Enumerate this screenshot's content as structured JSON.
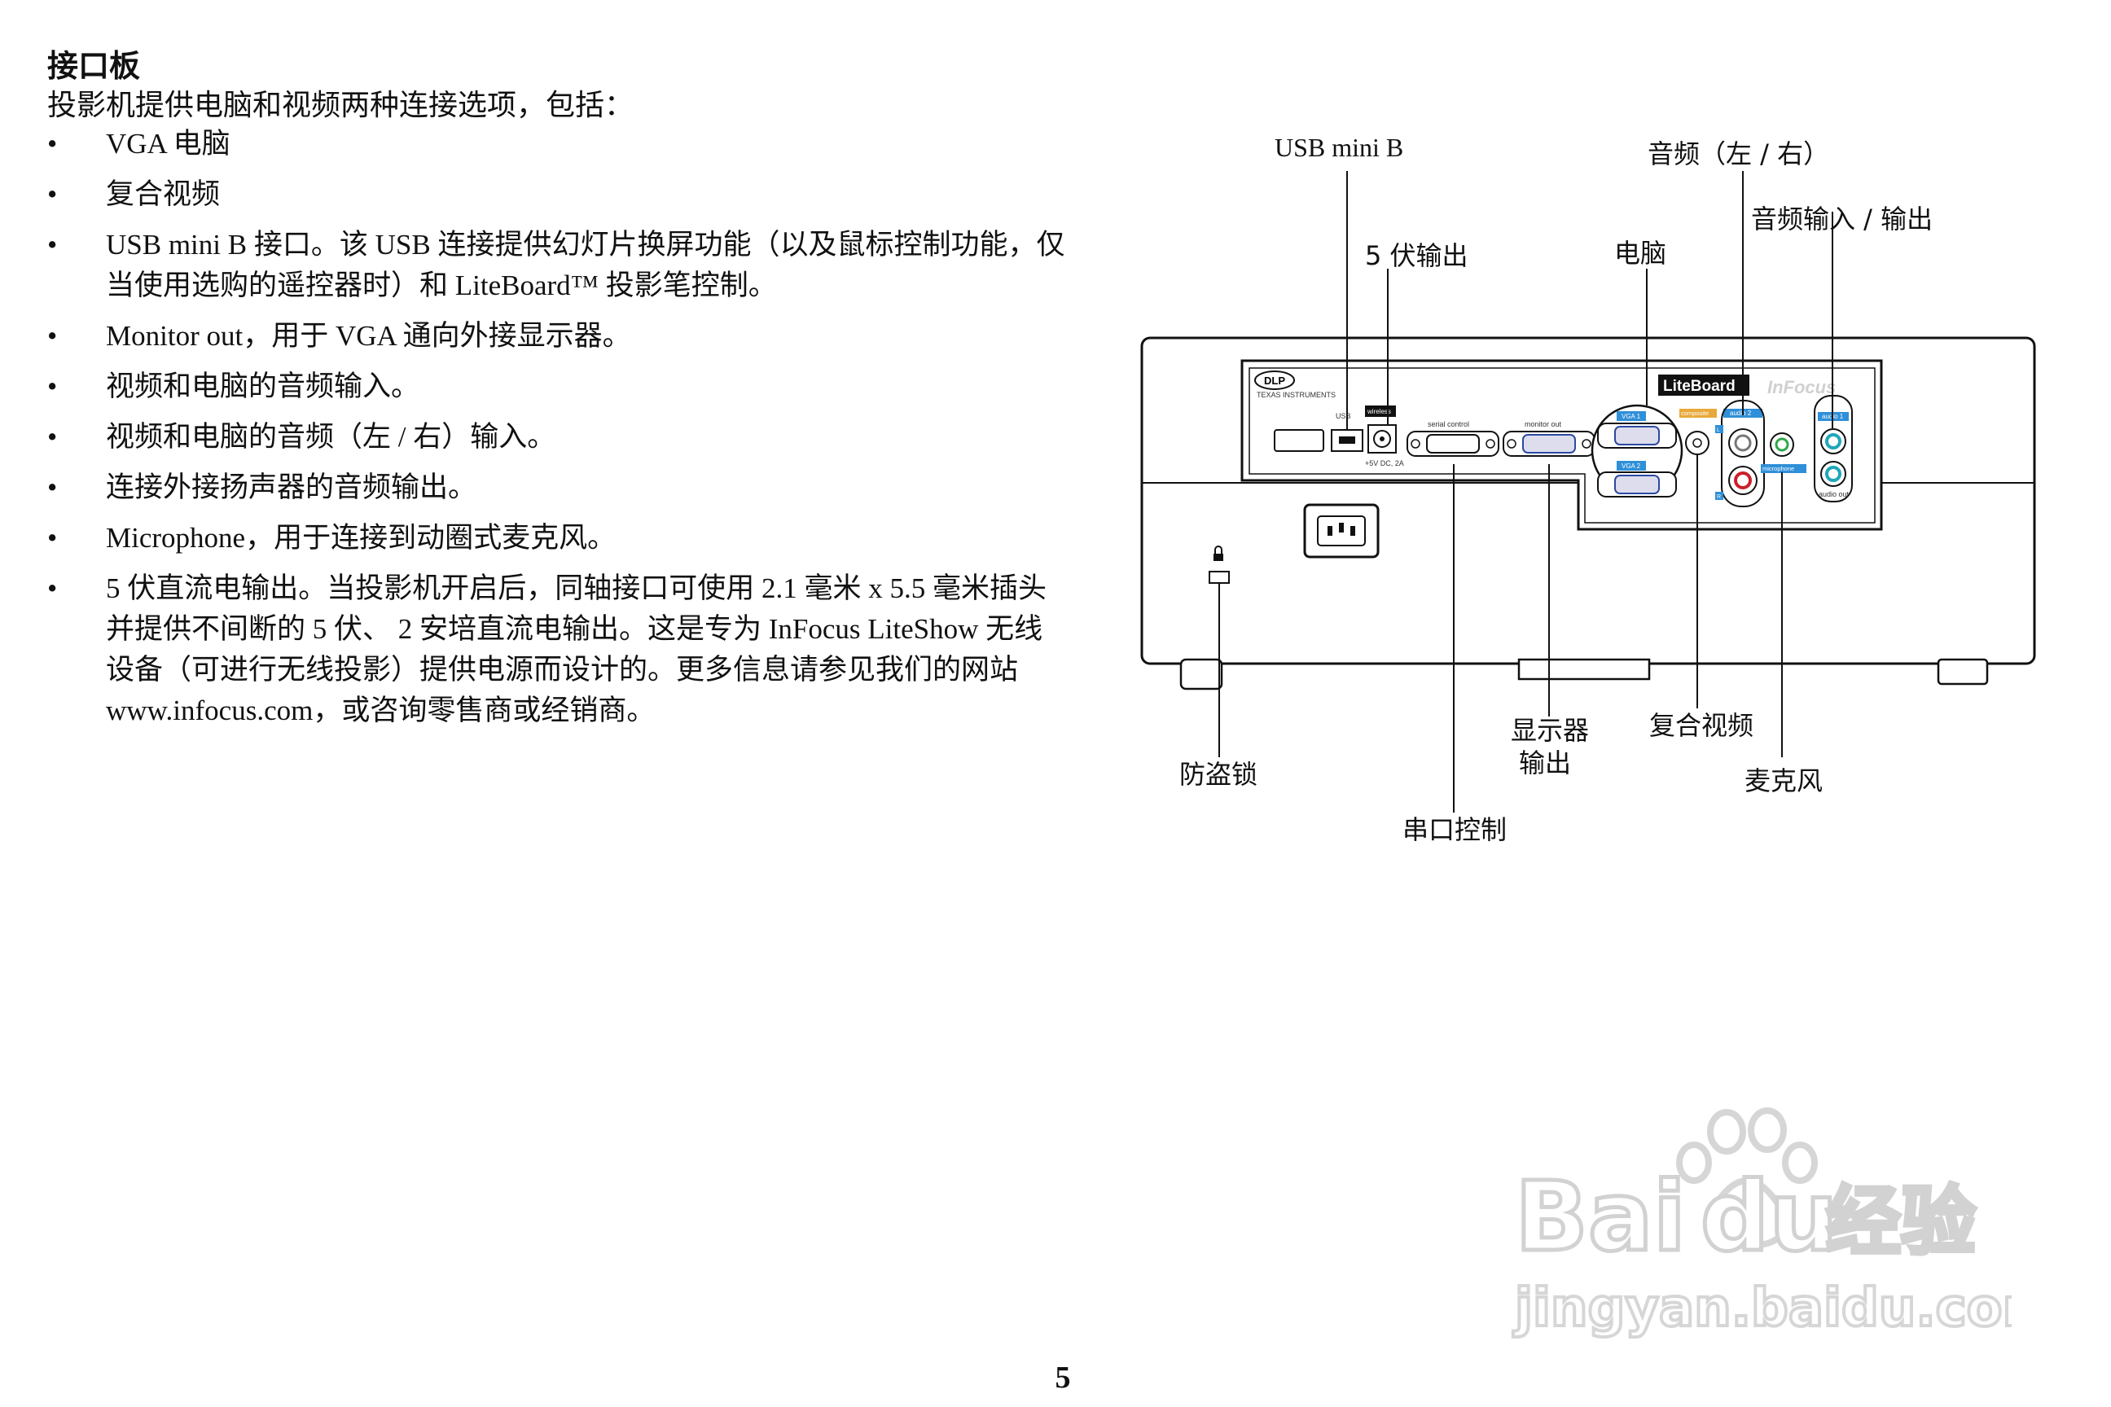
{
  "heading": "接口板",
  "intro": "投影机提供电脑和视频两种连接选项，包括：",
  "bullet_symbol": "•",
  "bullets": [
    "VGA 电脑",
    "复合视频",
    "USB mini B 接口。该 USB 连接提供幻灯片换屏功能（以及鼠标控制功能，仅当使用选购的遥控器时）和 LiteBoard™ 投影笔控制。",
    "Monitor out，用于 VGA 通向外接显示器。",
    "视频和电脑的音频输入。",
    "视频和电脑的音频（左 / 右）输入。",
    "连接外接扬声器的音频输出。",
    "Microphone，用于连接到动圈式麦克风。",
    "5 伏直流电输出。当投影机开启后，同轴接口可使用 2.1 毫米 x 5.5 毫米插头并提供不间断的 5 伏、 2 安培直流电输出。这是专为 InFocus LiteShow 无线设备（可进行无线投影）提供电源而设计的。更多信息请参见我们的网站 www.infocus.com，或咨询零售商或经销商。"
  ],
  "callouts": {
    "usb_mini_b": "USB mini B",
    "five_volt_out": "5 伏输出",
    "computer": "电脑",
    "audio_lr": "音频（左 / 右）",
    "audio_in_out": "音频输入 / 输出",
    "security_lock": "防盗锁",
    "serial_control": "串口控制",
    "monitor_out_1": "显示器",
    "monitor_out_2": "输出",
    "composite_video": "复合视频",
    "microphone": "麦克风"
  },
  "panel_labels": {
    "dlp": "DLP",
    "texas": "TEXAS INSTRUMENTS",
    "usb": "USB",
    "wireless": "wireless",
    "serial_control": "serial control",
    "monitor_out": "monitor out",
    "vga1": "VGA 1",
    "vga2": "VGA 2",
    "composite": "composite",
    "audio2": "audio 2",
    "audio1": "audio 1",
    "microphone": "microphone",
    "audio_out": "audio out",
    "dc": "+5V DC, 2A",
    "l": "L",
    "r": "R",
    "liteboard": "LiteBoard",
    "infocus": "InFocus"
  },
  "page_number": "5",
  "watermark": {
    "brand_latin_1": "Bai",
    "brand_latin_2": "du",
    "brand_cn": "经验",
    "url": "jingyan.baidu.com"
  }
}
